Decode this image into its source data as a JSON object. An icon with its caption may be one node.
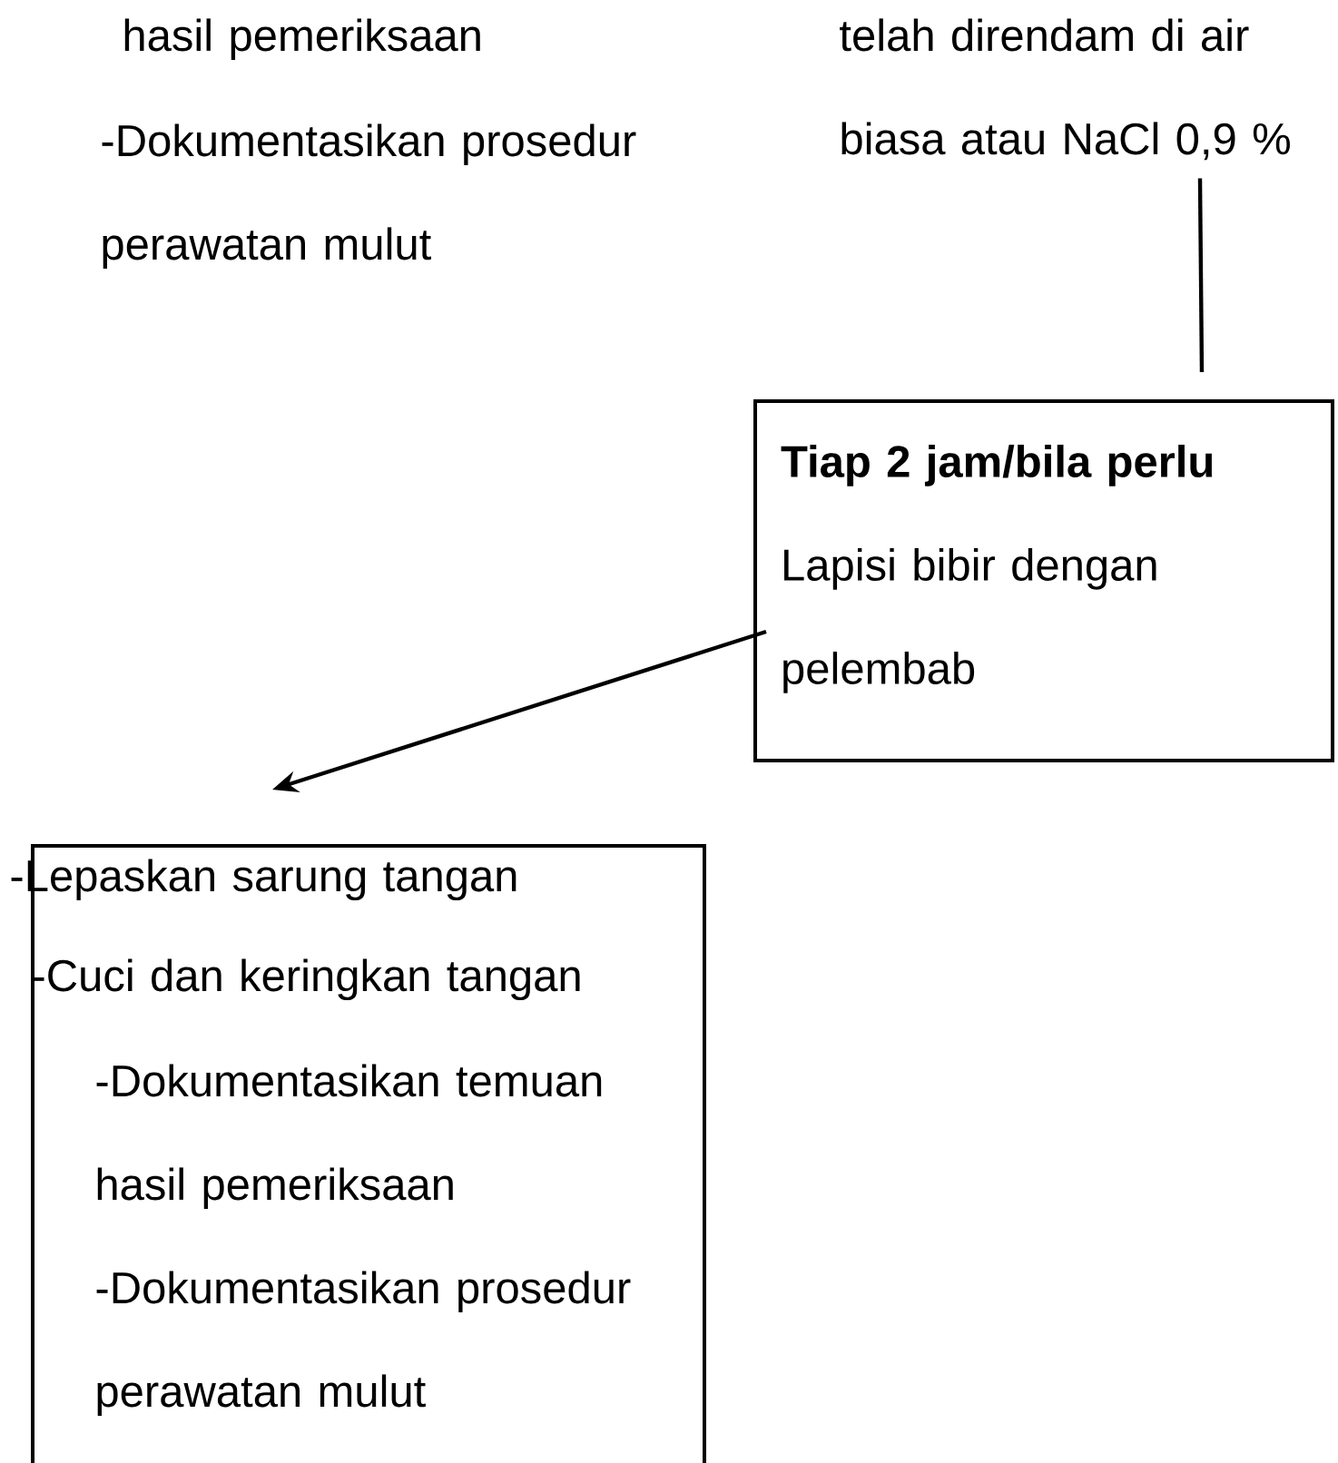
{
  "diagram": {
    "nodes": [
      {
        "text": [
          "telah direndam di air biasa atau NaCl 0,9 %"
        ]
      },
      {
        "text": [
          "Tiap 2 jam/bila perlu",
          "Lapisi bibir dengan pelembab"
        ]
      },
      {
        "text": [
          "-Lepaskan sarung tangan",
          "-Cuci dan keringkan tangan",
          "-Dokumentasikan temuan hasil pemeriksaan",
          "-Dokumentasikan prosedur perawatan mulut"
        ]
      }
    ],
    "edges": [
      {
        "from": 0,
        "to": 1,
        "arrow": "none"
      },
      {
        "from": 1,
        "to": 2,
        "arrow": "to"
      }
    ],
    "labels": [
      "hasil pemeriksaan",
      "-Dokumentasikan prosedur perawatan mulut"
    ]
  }
}
